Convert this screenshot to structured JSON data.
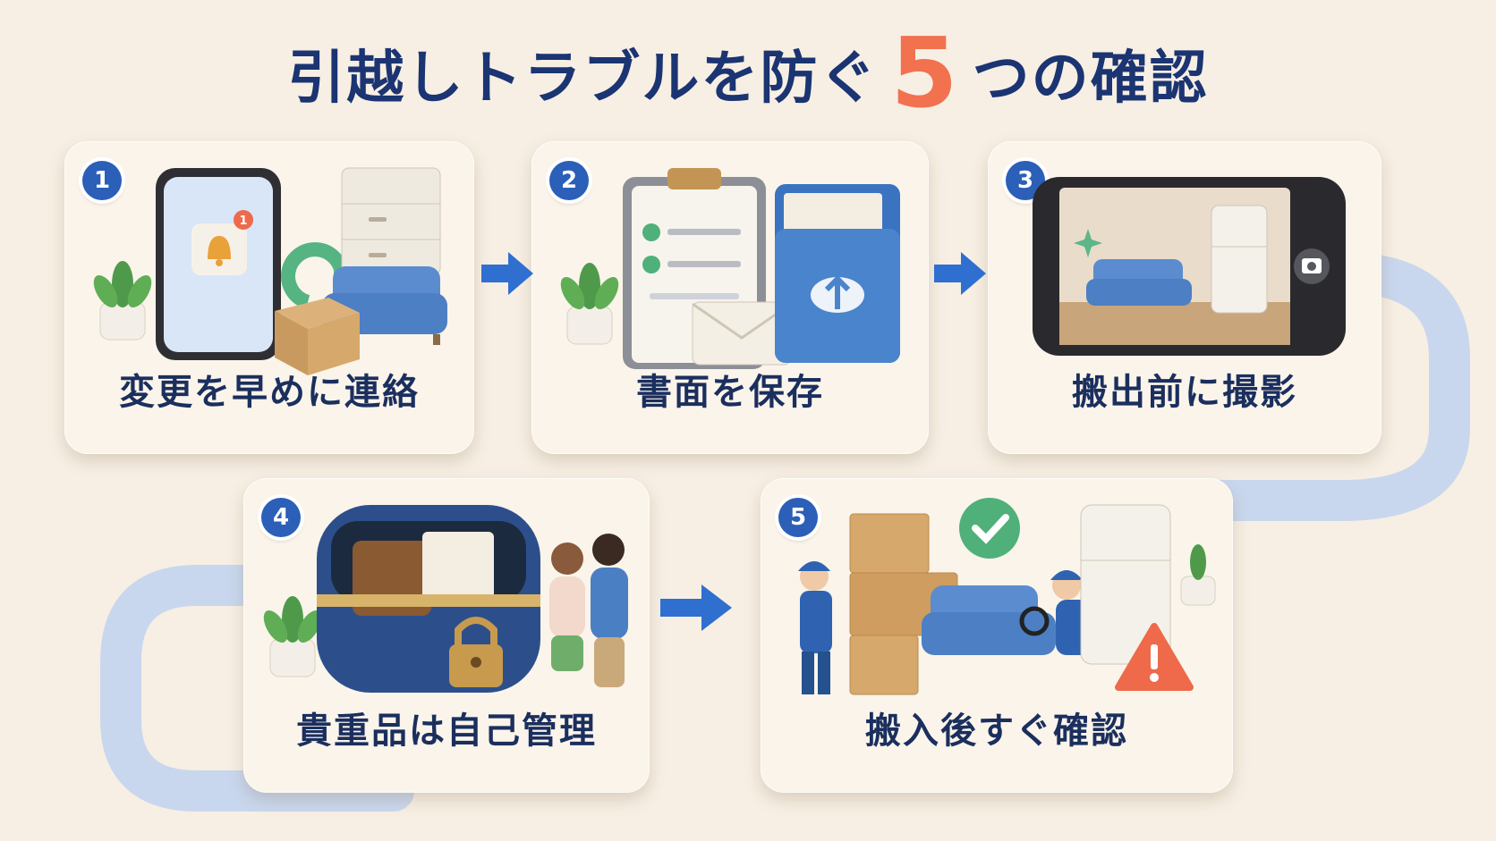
{
  "title": {
    "before": "引越しトラブルを防ぐ",
    "number": "5",
    "after": "つの確認"
  },
  "steps": [
    {
      "number": "1",
      "label": "変更を早めに連絡",
      "notification_count": "1"
    },
    {
      "number": "2",
      "label": "書面を保存"
    },
    {
      "number": "3",
      "label": "搬出前に撮影"
    },
    {
      "number": "4",
      "label": "貴重品は自己管理"
    },
    {
      "number": "5",
      "label": "搬入後すぐ確認"
    }
  ],
  "colors": {
    "background": "#f7efe4",
    "title": "#1b3472",
    "accent_number": "#f2714f",
    "badge": "#2b5fb8",
    "arrow": "#2f6fd0",
    "track": "#c9d7ee"
  }
}
